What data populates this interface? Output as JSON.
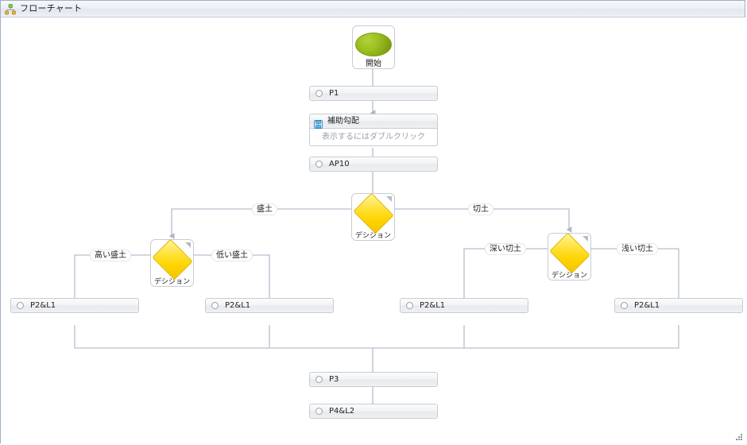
{
  "window": {
    "title": "フローチャート",
    "title_icon": "org-chart-icon",
    "resize_grip": "resize-grip"
  },
  "colors": {
    "start_node_fill": "#9dc023",
    "decision_fill": "#ffd400",
    "bar_fill": "#eef0f3",
    "border": "#c8ccd2",
    "connector": "#b9c2cf",
    "hint_text": "#9aa0a8",
    "titlebar": "#eceff4"
  },
  "flowchart": {
    "start": {
      "label": "開始",
      "shape": "circle"
    },
    "nodes": [
      {
        "id": "p1",
        "type": "process",
        "label": "P1",
        "icon": "circle-icon"
      },
      {
        "id": "ap10",
        "type": "process",
        "label": "AP10",
        "icon": "circle-icon"
      },
      {
        "id": "p3",
        "type": "process",
        "label": "P3",
        "icon": "circle-icon"
      },
      {
        "id": "p4l2",
        "type": "process",
        "label": "P4&L2",
        "icon": "circle-icon"
      },
      {
        "id": "p2l1_a",
        "type": "process",
        "label": "P2&L1",
        "icon": "circle-icon"
      },
      {
        "id": "p2l1_b",
        "type": "process",
        "label": "P2&L1",
        "icon": "circle-icon"
      },
      {
        "id": "p2l1_c",
        "type": "process",
        "label": "P2&L1",
        "icon": "circle-icon"
      },
      {
        "id": "p2l1_d",
        "type": "process",
        "label": "P2&L1",
        "icon": "circle-icon"
      }
    ],
    "subdiagram": {
      "id": "hojo",
      "label": "補助勾配",
      "icon": "subdiagram-icon",
      "hint": "表示するにはダブルクリック"
    },
    "decisions": [
      {
        "id": "d-root",
        "label": "デシジョン",
        "corner_marker": true
      },
      {
        "id": "d-left",
        "label": "デシジョン",
        "corner_marker": true
      },
      {
        "id": "d-right",
        "label": "デシジョン",
        "corner_marker": true
      }
    ],
    "edge_labels": [
      {
        "id": "e-morido",
        "label": "盛土"
      },
      {
        "id": "e-kirido",
        "label": "切土"
      },
      {
        "id": "e-takai-morido",
        "label": "高い盛土"
      },
      {
        "id": "e-hikui-morido",
        "label": "低い盛土"
      },
      {
        "id": "e-fukai-kirido",
        "label": "深い切土"
      },
      {
        "id": "e-asai-kirido",
        "label": "浅い切土"
      }
    ]
  }
}
